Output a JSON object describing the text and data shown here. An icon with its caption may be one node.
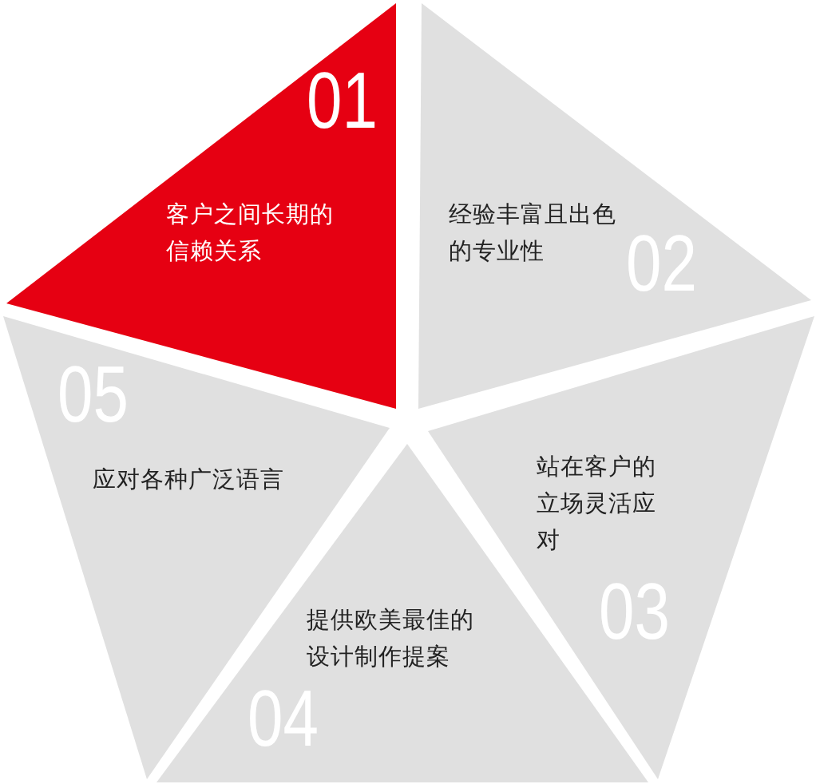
{
  "diagram": {
    "nodes": [
      {
        "text": [
          "01",
          "客户之间长期的信赖关系"
        ]
      },
      {
        "text": [
          "经验丰富且出色的专业性",
          "02"
        ]
      },
      {
        "text": [
          "站在客户的立场灵活应对",
          "03"
        ]
      },
      {
        "text": [
          "提供欧美最佳的设计制作提案",
          "04"
        ]
      },
      {
        "text": [
          "05",
          "应对各种广泛语言"
        ]
      }
    ],
    "edges": []
  }
}
